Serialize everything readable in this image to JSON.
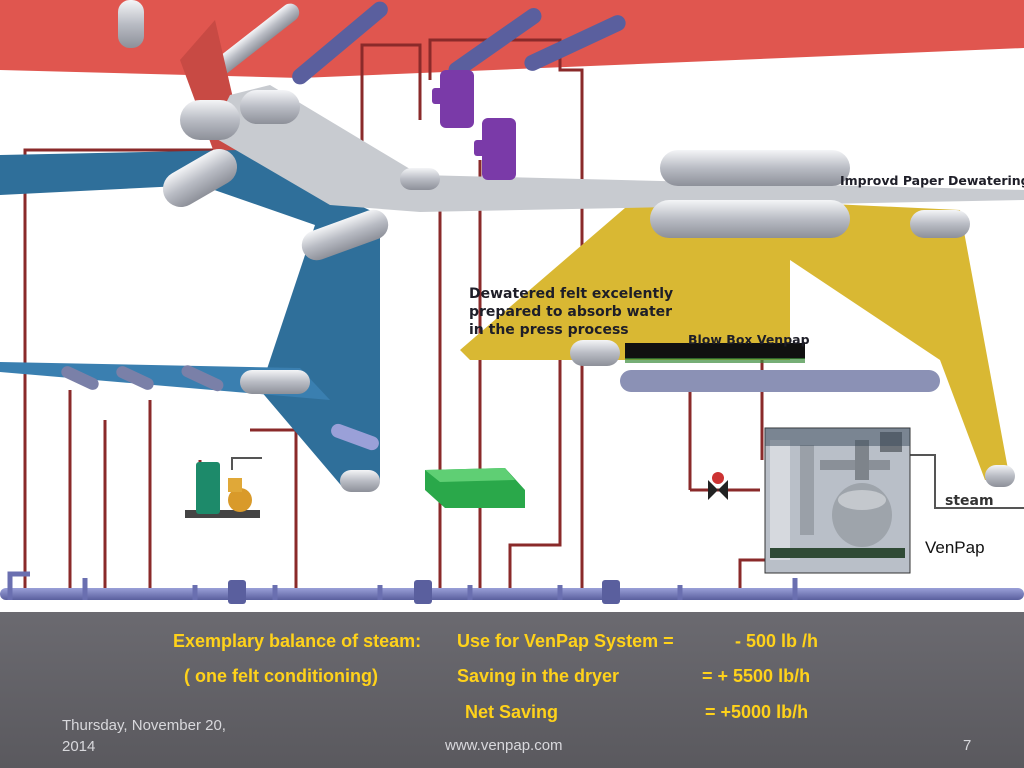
{
  "diagram": {
    "labels": {
      "dewatering": "Improvd Paper Dewatering",
      "felt_line1": "Dewatered felt excelently",
      "felt_line2": "prepared to absorb water",
      "felt_line3": "in the press process",
      "blow_box": "Blow Box Venpap",
      "steam": "steam",
      "venpap": "VenPap"
    },
    "colors": {
      "ceiling": "#e0564f",
      "blue_felt": "#2f6f9a",
      "yellow_felt": "#d9b833",
      "paper_web": "#c8cbd0",
      "pipes": "#8a2a2a",
      "steam_header": "#6a6fb0",
      "trap": "#7a3aa8",
      "green_tray": "#2aa84a"
    }
  },
  "footer": {
    "balance_label": "Exemplary balance of steam:",
    "use_label": "Use for VenPap  System  =",
    "use_value": "- 500 lb /h",
    "felt_label": "( one felt conditioning)",
    "saving_label": "Saving in the dryer",
    "saving_value": "= + 5500 lb/h",
    "net_label": "Net Saving",
    "net_value": "= +5000 lb/h",
    "date": "Thursday, November 20, 2014",
    "website": "www.venpap.com",
    "page_number": "7"
  }
}
